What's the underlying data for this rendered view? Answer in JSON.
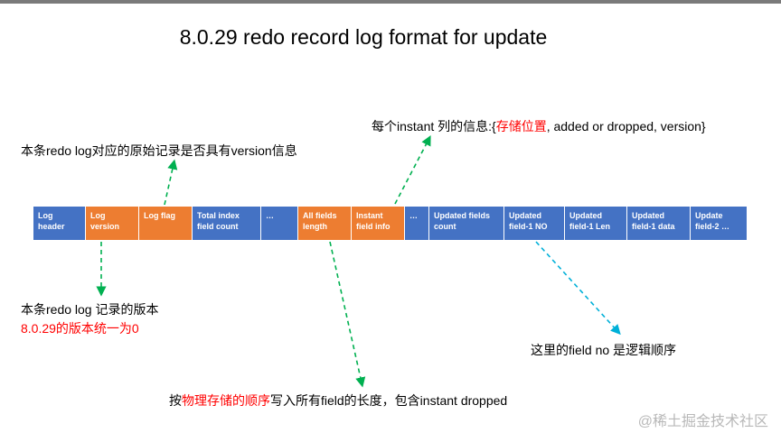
{
  "title": "8.0.29 redo record log format for update",
  "cells": [
    {
      "line1": "Log",
      "line2": "header",
      "color": "blue"
    },
    {
      "line1": "Log",
      "line2": "version",
      "color": "orange"
    },
    {
      "line1": "Log flag",
      "line2": "",
      "color": "orange"
    },
    {
      "line1": "Total index",
      "line2": "field count",
      "color": "blue"
    },
    {
      "line1": "…",
      "line2": "",
      "color": "blue"
    },
    {
      "line1": "All fields",
      "line2": "length",
      "color": "orange"
    },
    {
      "line1": "Instant",
      "line2": "field info",
      "color": "orange"
    },
    {
      "line1": "…",
      "line2": "",
      "color": "blue"
    },
    {
      "line1": "Updated fields",
      "line2": "count",
      "color": "blue"
    },
    {
      "line1": "Updated",
      "line2": "field-1 NO",
      "color": "blue"
    },
    {
      "line1": "Updated",
      "line2": "field-1 Len",
      "color": "blue"
    },
    {
      "line1": "Updated",
      "line2": "field-1 data",
      "color": "blue"
    },
    {
      "line1": "Update",
      "line2": "field-2 …",
      "color": "blue"
    }
  ],
  "notes": {
    "instant_info_prefix": "每个instant 列的信息:{",
    "instant_info_red": "存储位置",
    "instant_info_suffix": ", added or dropped, version}",
    "log_flag": "本条redo log对应的原始记录是否具有version信息",
    "version_line1": "本条redo log 记录的版本",
    "version_line2": "8.0.29的版本统一为0",
    "field_no": "这里的field no 是逻辑顺序",
    "length_prefix": "按",
    "length_red": "物理存储的顺序",
    "length_suffix": "写入所有field的长度，包含instant dropped"
  },
  "watermark": "@稀土掘金技术社区",
  "colors": {
    "blue": "#4472c4",
    "orange": "#ed7d31",
    "arrow_green": "#00b050",
    "arrow_teal": "#00b0d8",
    "highlight_red": "#ff0000"
  }
}
